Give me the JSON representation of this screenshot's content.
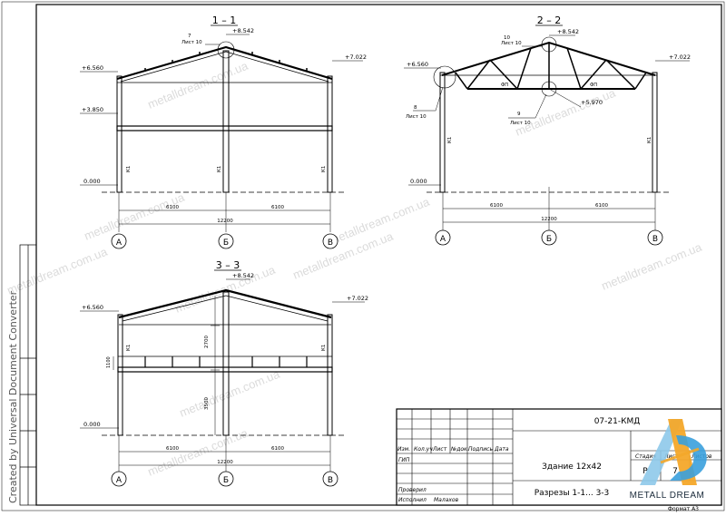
{
  "sections": [
    {
      "title": "1 – 1",
      "elev_top": "+8.542",
      "elev_eave_l": "+6.560",
      "elev_eave_r": "+7.022",
      "elev_mid": "+3.850",
      "elev_zero": "0.000",
      "callout_num": "7",
      "callout_sheet": "Лист 10",
      "dim_left": "6100",
      "dim_right": "6100",
      "dim_total": "12200",
      "col_label": "К1"
    },
    {
      "title": "2 – 2",
      "elev_top": "+8.542",
      "elev_eave_l": "+6.560",
      "elev_eave_r": "+7.022",
      "elev_mid": "+5.970",
      "elev_zero": "0.000",
      "callout_top_num": "10",
      "callout_top_sheet": "Лист 10",
      "callout_left_num": "8",
      "callout_left_sheet": "Лист 10",
      "callout_mid_num": "9",
      "callout_mid_sheet": "Лист 10",
      "truss_label": "ФП",
      "dim_left": "6100",
      "dim_right": "6100",
      "dim_total": "12200",
      "col_label": "К1"
    },
    {
      "title": "3 – 3",
      "elev_top": "+8.542",
      "elev_eave_l": "+6.560",
      "elev_eave_r": "+7.022",
      "elev_zero": "0.000",
      "dim_inner_upper": "2700",
      "dim_inner_lower": "3500",
      "dim_side": "1100",
      "dim_left": "6100",
      "dim_right": "6100",
      "dim_total": "12200",
      "col_label": "К1"
    }
  ],
  "axes": [
    "А",
    "Б",
    "В"
  ],
  "title_block": {
    "code": "07-21-КМД",
    "headers": [
      "Изм.",
      "Кол.уч",
      "Лист",
      "№док.",
      "Подпись",
      "Дата"
    ],
    "gip": "ГИП",
    "checked": "Проверил",
    "executed": "Исполнил",
    "executor": "Малахов",
    "building": "Здание 12х42",
    "sheet_title": "Разрезы 1-1... 3-3",
    "stage_h": "Стадия",
    "sheet_h": "Лист",
    "sheets_h": "Листов",
    "stage": "Р",
    "sheet_no": "7",
    "format": "Формат А3"
  },
  "logo_text": "METALL DREAM",
  "watermark": "metalldream.com.ua",
  "side_band": "Created by Universal Document Converter"
}
